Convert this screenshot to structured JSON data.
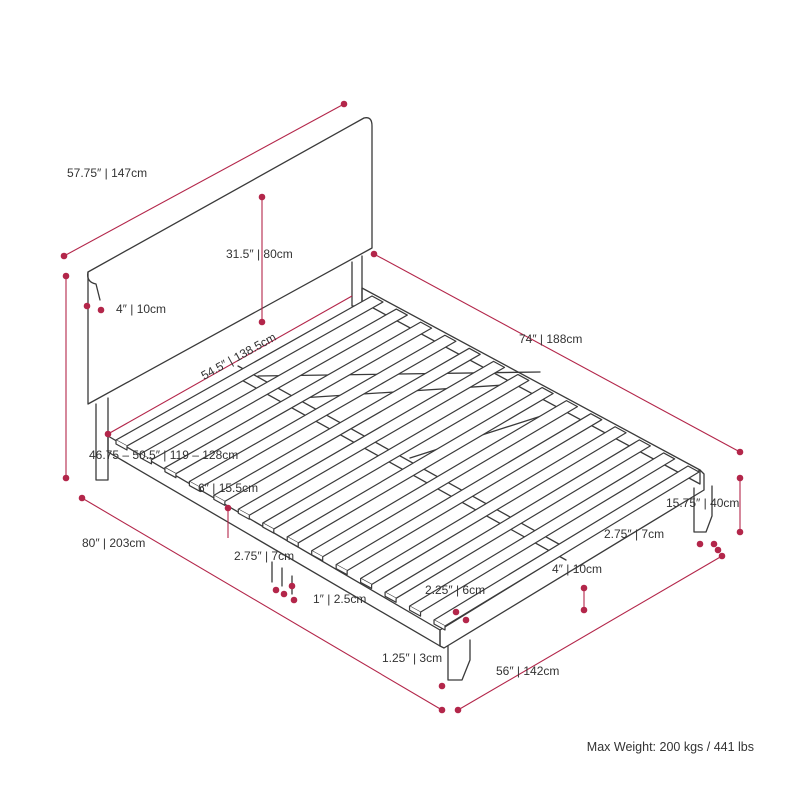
{
  "accent_color": "#b3264a",
  "dimensions": {
    "headboard_width": "57.75″ | 147cm",
    "headboard_height": "31.5″ | 80cm",
    "headboard_thickness": "4″ | 10cm",
    "inner_width": "54.5″ | 138.5cm",
    "frame_length": "74″ | 188cm",
    "total_height": "46.75 – 50.5″ | 119 – 128cm",
    "slat_gap": "6″ | 15.5cm",
    "total_length": "80″ | 203cm",
    "rail_height": "15.75″ | 40cm",
    "leg_height": "2.75″ | 7cm",
    "leg_height_right": "2.75″ | 7cm",
    "leg_width": "1″ | 2.5cm",
    "slat_width": "4″ | 10cm",
    "slat_spacing": "2.25″ | 6cm",
    "leg_base": "1.25″ | 3cm",
    "total_width": "56″ | 142cm"
  },
  "caption": "Max Weight: 200 kgs / 441 lbs"
}
